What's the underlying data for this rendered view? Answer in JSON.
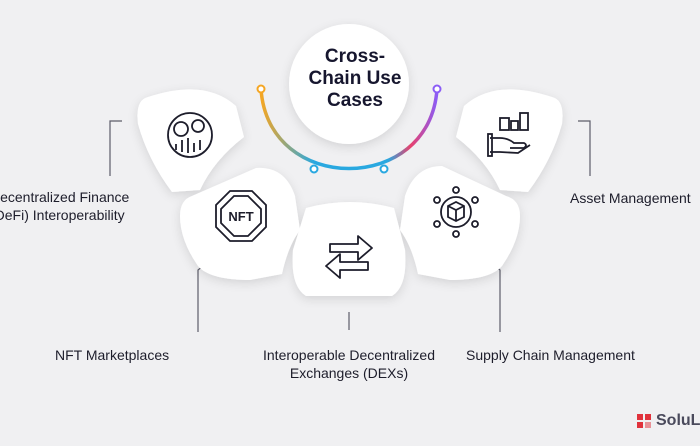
{
  "center": {
    "title": "Cross-\nChain Use\nCases"
  },
  "use_cases": [
    {
      "label": "Decentralized Finance\n(DeFi) Interoperability",
      "icon": "defi-coins-chart-icon"
    },
    {
      "label": "NFT Marketplaces",
      "icon": "nft-badge-icon"
    },
    {
      "label": "Interoperable Decentralized\nExchanges (DEXs)",
      "icon": "exchange-arrows-icon"
    },
    {
      "label": "Supply Chain Management",
      "icon": "supply-chain-box-network-icon"
    },
    {
      "label": "Asset Management",
      "icon": "asset-hand-building-icon"
    }
  ],
  "brand": {
    "text": "SoluLab"
  },
  "colors": {
    "background": "#f0f0f2",
    "tile": "#ffffff",
    "text": "#1d1d2b",
    "arc_orange": "#f5a623",
    "arc_blue": "#29a8e0",
    "arc_pink": "#e8416d",
    "arc_purple": "#8b5cf6",
    "brand_red": "#e0323c"
  }
}
